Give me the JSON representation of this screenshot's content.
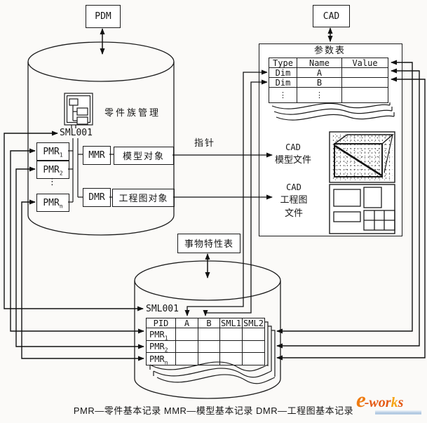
{
  "nodes": {
    "pdm": "PDM",
    "cad": "CAD",
    "family_mgmt": "零件族管理",
    "sml_top": "SML001",
    "pmr1": {
      "base": "PMR",
      "sub": "1"
    },
    "pmr2": {
      "base": "PMR",
      "sub": "2"
    },
    "pmr_dots": "⋮",
    "pmrn": {
      "base": "PMR",
      "sub": "n"
    },
    "mmr": "MMR",
    "dmr": "DMR",
    "model_object": "模型对象",
    "drawing_object": "工程图对象",
    "pointer": "指针",
    "feature_table": "事物特性表"
  },
  "param_table": {
    "title": "参数表",
    "headers": [
      "Type",
      "Name",
      "Value"
    ],
    "rows": [
      [
        "Dim",
        "A",
        ""
      ],
      [
        "Dim",
        "B",
        ""
      ],
      [
        "⋮",
        "⋮",
        ""
      ]
    ]
  },
  "cad_files": {
    "model_lines": [
      "CAD",
      "模型文件"
    ],
    "drawing_lines": [
      "CAD",
      "工程图",
      "文件"
    ]
  },
  "bottom_db": {
    "sml": "SML001",
    "headers": [
      "PID",
      "A",
      "B",
      "SML1",
      "SML2"
    ],
    "rows": [
      {
        "base": "PMR",
        "sub": "1"
      },
      {
        "base": "PMR",
        "sub": "2"
      },
      {
        "base": "PMR",
        "sub": "n"
      }
    ]
  },
  "caption": "PMR—零件基本记录 MMR—模型基本记录 DMR—工程图基本记录",
  "logo": {
    "e": "e",
    "wor": "-wor",
    "k": "k",
    "s": "s"
  },
  "colors": {
    "line": "#1c1c1c",
    "logo_orange": "#e55a15",
    "logo_amber": "#f6a416",
    "logo_bar": "#aac4de"
  }
}
